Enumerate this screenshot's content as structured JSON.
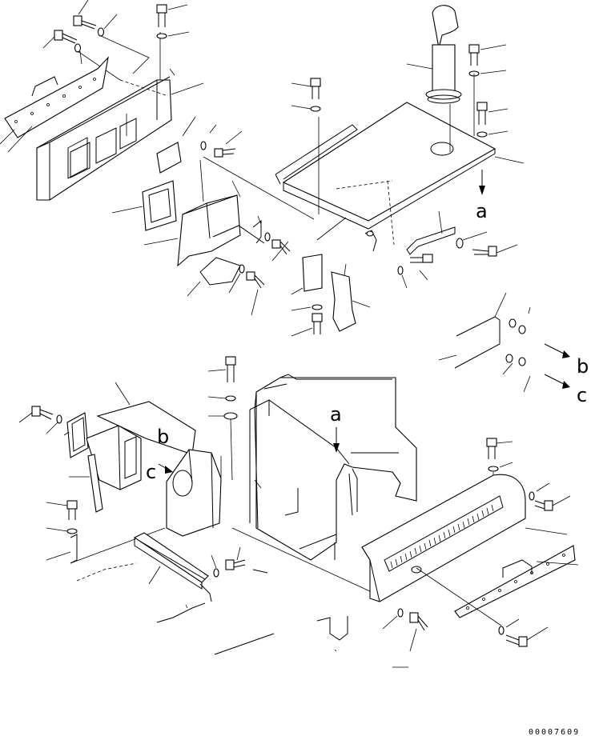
{
  "labels": {
    "a": "a",
    "b": "b",
    "c": "c"
  },
  "drawing_code": "00007609"
}
